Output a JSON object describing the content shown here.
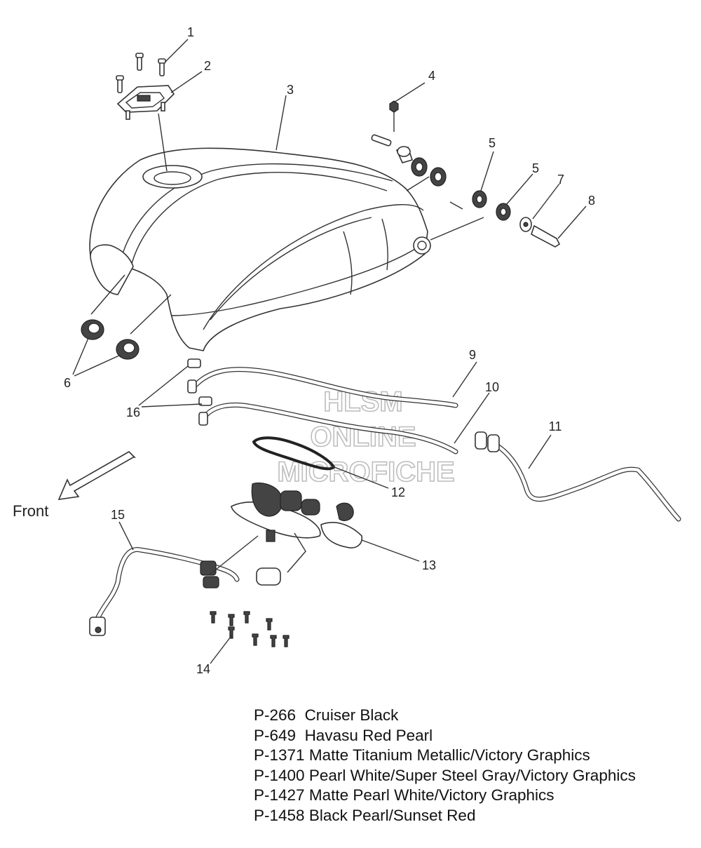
{
  "callouts": {
    "c1": "1",
    "c2": "2",
    "c3": "3",
    "c4": "4",
    "c5a": "5",
    "c5b": "5",
    "c6": "6",
    "c7": "7",
    "c8": "8",
    "c9": "9",
    "c10": "10",
    "c11": "11",
    "c12": "12",
    "c13": "13",
    "c14": "14",
    "c15": "15",
    "c16": "16"
  },
  "front_label": "Front",
  "watermark": {
    "line1": "HLSM",
    "line2": "ONLINE",
    "line3": "MICROFICHE"
  },
  "paint_codes": [
    {
      "code": "P-266",
      "name": "Cruiser Black"
    },
    {
      "code": "P-649",
      "name": "Havasu Red Pearl"
    },
    {
      "code": "P-1371",
      "name": "Matte Titanium Metallic/Victory Graphics"
    },
    {
      "code": "P-1400",
      "name": "Pearl White/Super Steel Gray/Victory Graphics"
    },
    {
      "code": "P-1427",
      "name": "Matte Pearl White/Victory Graphics"
    },
    {
      "code": "P-1458",
      "name": "Black Pearl/Sunset Red"
    }
  ]
}
